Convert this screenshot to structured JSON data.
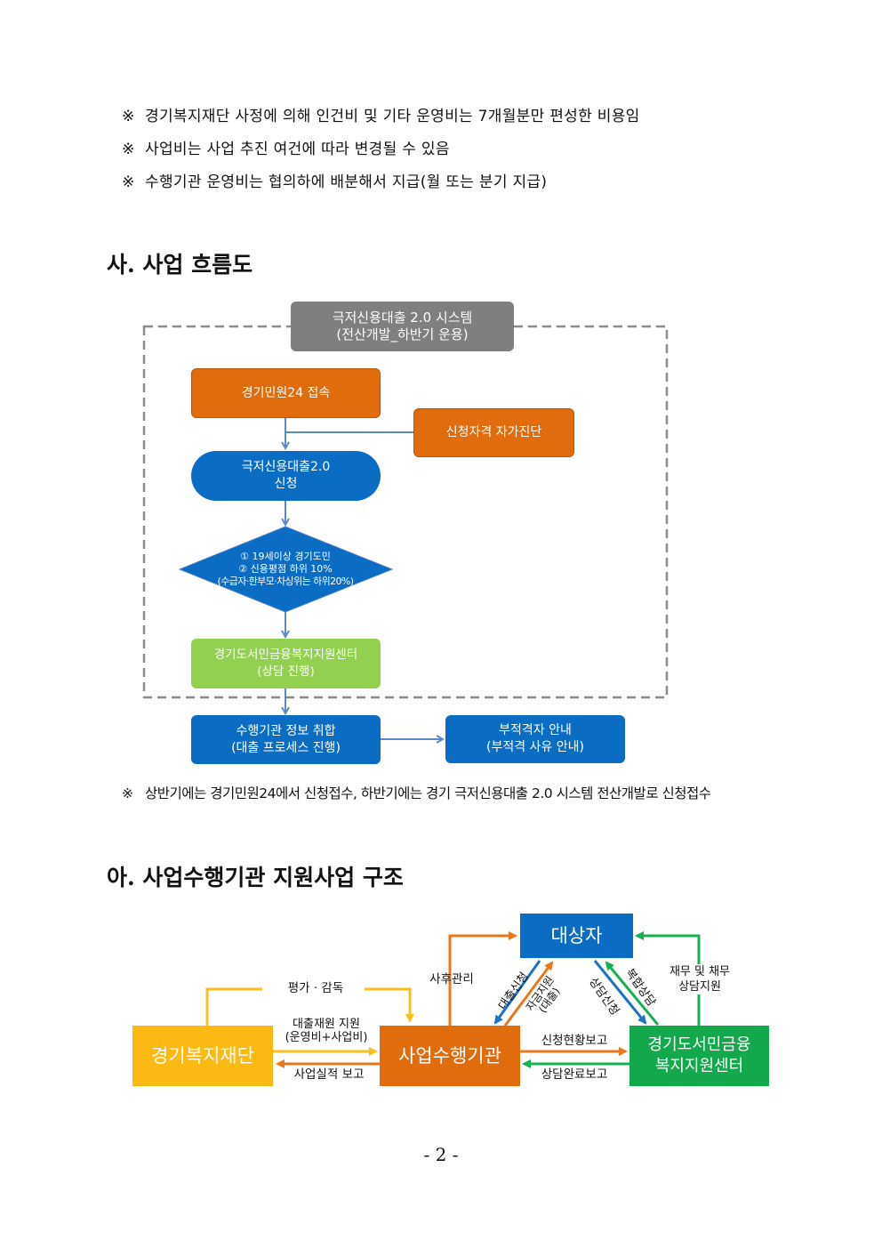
{
  "notes_top": [
    {
      "mark": "※",
      "text": "경기복지재단 사정에 의해 인건비 및 기타 운영비는 7개월분만 편성한 비용임"
    },
    {
      "mark": "※",
      "text": "사업비는 사업 추진 여건에 따라 변경될 수 있음"
    },
    {
      "mark": "※",
      "text": "수행기관 운영비는 협의하에 배분해서 지급(월 또는 분기 지급)"
    }
  ],
  "section_sa": {
    "title": "사. 사업 흐름도",
    "flowchart": {
      "system_box": {
        "line1": "극저신용대출 2.0 시스템",
        "line2": "(전산개발_하반기 운용)",
        "color": "#7f7f7f"
      },
      "step_access": {
        "text": "경기민원24 접속",
        "color": "#e06c0e"
      },
      "step_selfcheck": {
        "text": "신청자격 자가진단",
        "color": "#e06c0e"
      },
      "step_apply": {
        "line1": "극저신용대출2.0",
        "line2": "신청",
        "color": "#0a6cc2"
      },
      "decision": {
        "line1": "① 19세이상 경기도민",
        "line2": "② 신용평점 하위 10%",
        "line3": "(수급자·한부모·차상위는 하위20%)",
        "color": "#0a6cc2"
      },
      "step_counsel": {
        "line1": "경기도서민금융복지지원센터",
        "line2": "(상담 진행)",
        "color": "#92d050"
      },
      "step_collect": {
        "line1": "수행기관 정보 취합",
        "line2": "(대출 프로세스 진행)",
        "color": "#0a6cc2"
      },
      "step_ineligible": {
        "line1": "부적격자 안내",
        "line2": "(부적격 사유 안내)",
        "color": "#0a6cc2"
      },
      "connector_color": "#5b8ac6",
      "dash_color": "#8c8c8c"
    },
    "note": {
      "mark": "※",
      "text": "상반기에는 경기민원24에서 신청접수, 하반기에는 경기 극저신용대출 2.0 시스템 전산개발로 신청접수"
    }
  },
  "section_a": {
    "title": "아. 사업수행기관 지원사업 구조",
    "diagram": {
      "target": {
        "text": "대상자",
        "color": "#0a6cc2"
      },
      "foundation": {
        "text": "경기복지재단",
        "color": "#fdb913"
      },
      "agency": {
        "text": "사업수행기관",
        "color": "#e06c0e"
      },
      "center": {
        "line1": "경기도서민금융",
        "line2": "복지지원센터",
        "color": "#12a84b"
      },
      "labels": {
        "evaluation": "평가 · 감독",
        "funding_line1": "대출재원 지원",
        "funding_line2": "(운영비+사업비)",
        "performance_report": "사업실적 보고",
        "aftercare": "사후관리",
        "loan_apply": "대출신청",
        "fund_support_line1": "자금지원",
        "fund_support_line2": "(대출)",
        "counsel_apply": "상담신청",
        "complex_counsel": "복합상담",
        "debt_support_line1": "재무 및 채무",
        "debt_support_line2": "상담지원",
        "status_report": "신청현황보고",
        "counsel_complete_report": "상담완료보고"
      },
      "arrow_colors": {
        "yellow": "#fdc01a",
        "orange": "#e8781e",
        "blue": "#1a73c8",
        "green": "#19b050"
      }
    }
  },
  "page_number": "- 2 -"
}
